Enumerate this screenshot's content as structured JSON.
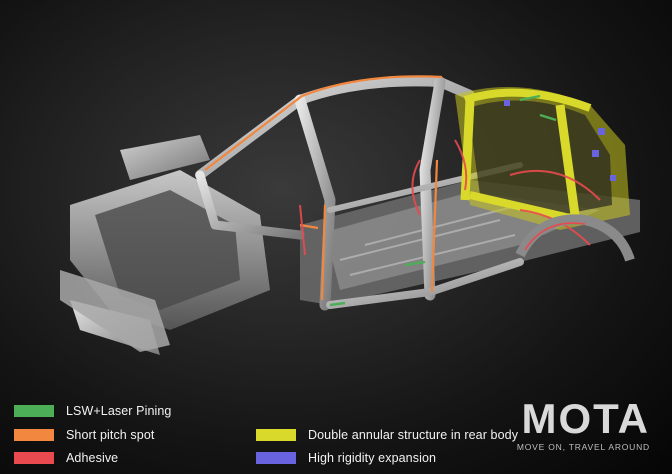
{
  "legend": [
    {
      "label": "LSW+Laser Pining",
      "color": "#4caf58"
    },
    {
      "label": "Short pitch spot",
      "color": "#f2873f"
    },
    {
      "label": "Adhesive",
      "color": "#e84a4f"
    },
    {
      "label": "Double annular structure in rear body",
      "color": "#d9d92b"
    },
    {
      "label": "High rigidity expansion",
      "color": "#6a63e0"
    }
  ],
  "watermark": {
    "logo": "MOTA",
    "tagline": "MOVE ON, TRAVEL AROUND"
  }
}
